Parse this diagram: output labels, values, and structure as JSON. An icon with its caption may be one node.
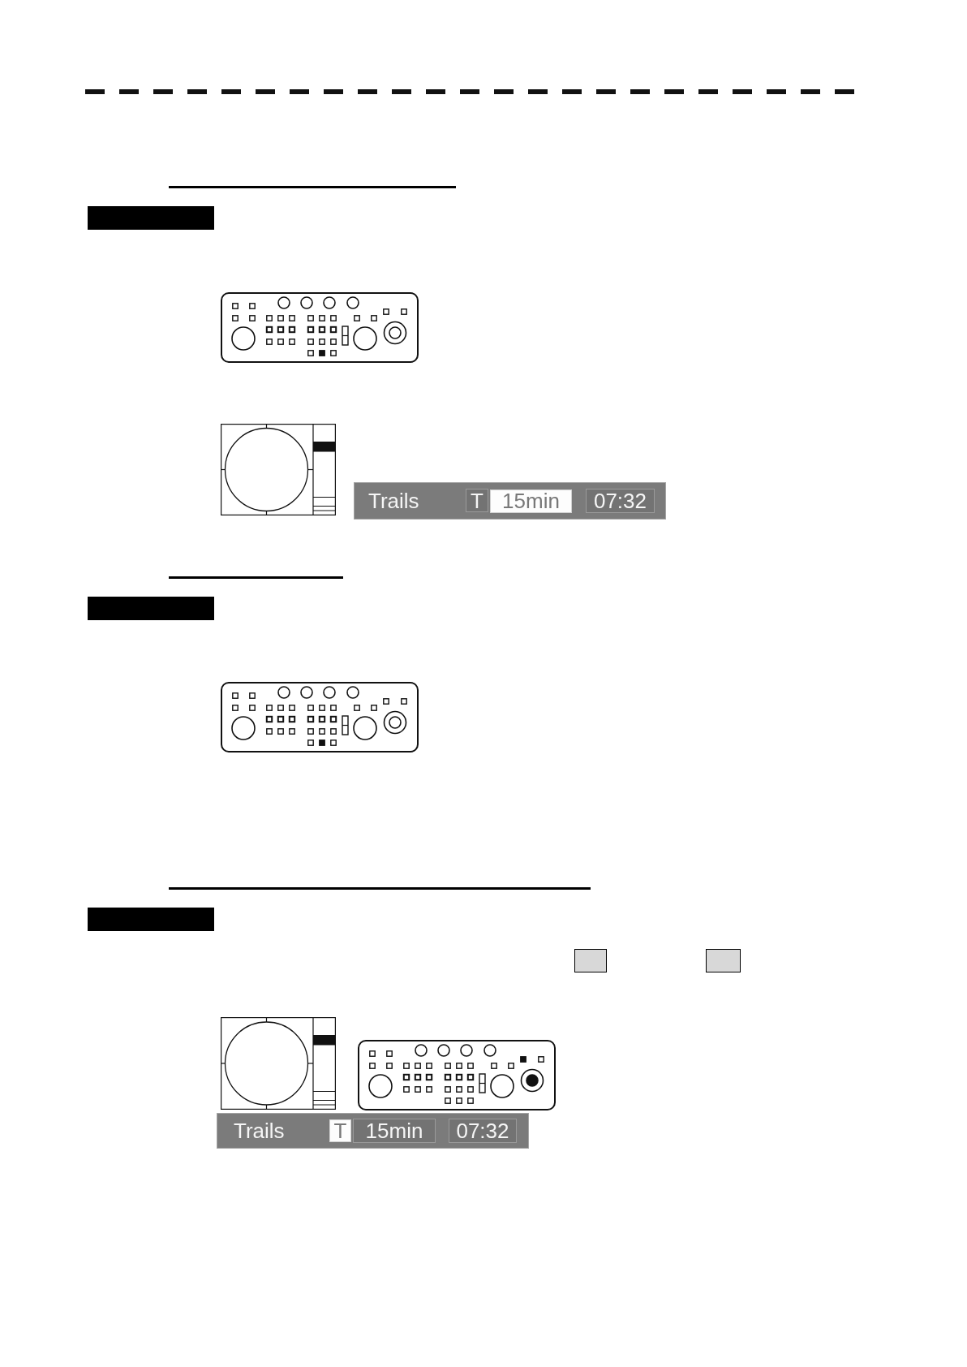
{
  "diagram": {
    "nodes": [
      {
        "text": [],
        "shape": "box"
      },
      {
        "text": [
          "Trails"
        ]
      },
      {
        "text": [
          "T"
        ],
        "in": 1
      },
      {
        "text": [
          "15min"
        ],
        "in": 1
      },
      {
        "text": [
          "07:32"
        ],
        "in": 1
      },
      {
        "text": [],
        "shape": "box"
      },
      {
        "text": [],
        "shape": "box"
      },
      {
        "text": [
          "Trails"
        ]
      },
      {
        "text": [
          "T"
        ],
        "in": 7
      },
      {
        "text": [
          "15min"
        ],
        "in": 7
      },
      {
        "text": [
          "07:32"
        ],
        "in": 7
      }
    ]
  }
}
